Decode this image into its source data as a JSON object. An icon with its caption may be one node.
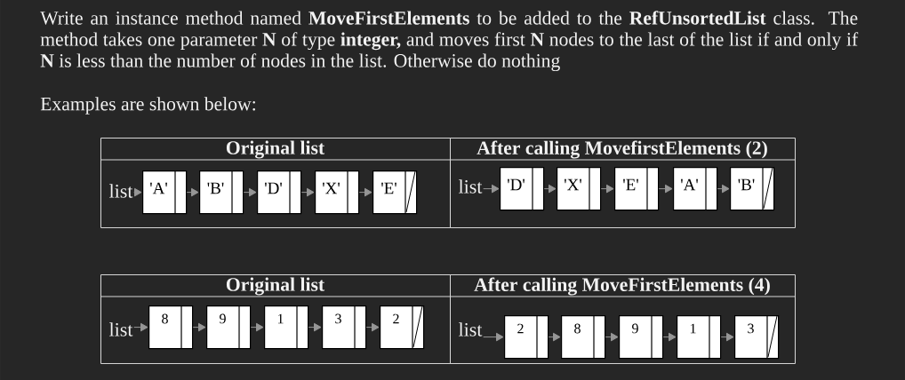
{
  "diagram": {
    "nodes": [
      {
        "text": [
          "Original list"
        ]
      },
      {
        "text": [
          "list"
        ],
        "in": 0
      },
      {
        "text": [
          "'A'"
        ],
        "in": 0
      },
      {
        "text": [
          "'B'"
        ],
        "in": 0
      },
      {
        "text": [
          "'D'"
        ],
        "in": 0
      },
      {
        "text": [
          "'X'"
        ],
        "in": 0
      },
      {
        "text": [
          "'E'"
        ],
        "in": 0
      },
      {
        "text": [
          "After calling MovefirstElements (2)"
        ]
      },
      {
        "text": [
          "list"
        ],
        "in": 7
      },
      {
        "text": [
          "'D'"
        ],
        "in": 7
      },
      {
        "text": [
          "'X'"
        ],
        "in": 7
      },
      {
        "text": [
          "'E'"
        ],
        "in": 7
      },
      {
        "text": [
          "'A'"
        ],
        "in": 7
      },
      {
        "text": [
          "'B'"
        ],
        "in": 7
      },
      {
        "text": [
          "Original list"
        ]
      },
      {
        "text": [
          "list"
        ],
        "in": 14
      },
      {
        "text": [
          "8"
        ],
        "in": 14
      },
      {
        "text": [
          "9"
        ],
        "in": 14
      },
      {
        "text": [
          "1"
        ],
        "in": 14
      },
      {
        "text": [
          "3"
        ],
        "in": 14
      },
      {
        "text": [
          "2"
        ],
        "in": 14
      },
      {
        "text": [
          "After calling MoveFirstElements (4)"
        ]
      },
      {
        "text": [
          "list"
        ],
        "in": 21
      },
      {
        "text": [
          "2"
        ],
        "in": 21
      },
      {
        "text": [
          "8"
        ],
        "in": 21
      },
      {
        "text": [
          "9"
        ],
        "in": 21
      },
      {
        "text": [
          "1"
        ],
        "in": 21
      },
      {
        "text": [
          "3"
        ],
        "in": 21
      }
    ],
    "edges": [
      {
        "from": 1,
        "to": 2,
        "arrow": "to"
      },
      {
        "from": 2,
        "to": 3,
        "arrow": "to"
      },
      {
        "from": 3,
        "to": 4,
        "arrow": "to"
      },
      {
        "from": 4,
        "to": 5,
        "arrow": "to"
      },
      {
        "from": 5,
        "to": 6,
        "arrow": "to"
      },
      {
        "from": 8,
        "to": 9,
        "arrow": "to"
      },
      {
        "from": 9,
        "to": 10,
        "arrow": "to"
      },
      {
        "from": 10,
        "to": 11,
        "arrow": "to"
      },
      {
        "from": 11,
        "to": 12,
        "arrow": "to"
      },
      {
        "from": 12,
        "to": 13,
        "arrow": "to"
      },
      {
        "from": 15,
        "to": 16,
        "arrow": "to"
      },
      {
        "from": 16,
        "to": 17,
        "arrow": "to"
      },
      {
        "from": 17,
        "to": 18,
        "arrow": "to"
      },
      {
        "from": 18,
        "to": 19,
        "arrow": "to"
      },
      {
        "from": 19,
        "to": 20,
        "arrow": "to"
      },
      {
        "from": 22,
        "to": 23,
        "arrow": "to"
      },
      {
        "from": 23,
        "to": 24,
        "arrow": "to"
      },
      {
        "from": 24,
        "to": 25,
        "arrow": "to"
      },
      {
        "from": 25,
        "to": 26,
        "arrow": "to"
      },
      {
        "from": 26,
        "to": 27,
        "arrow": "to"
      }
    ],
    "labels": [
      "Write an instance method named **MoveFirstElements** to be added to the **RefUnsortedList** class. The method takes one parameter **N** of type **integer,** and moves first **N** nodes to the last of the list if and only if **N** is less than the number of nodes in the list. Otherwise do nothing",
      "Examples are shown below:"
    ]
  }
}
